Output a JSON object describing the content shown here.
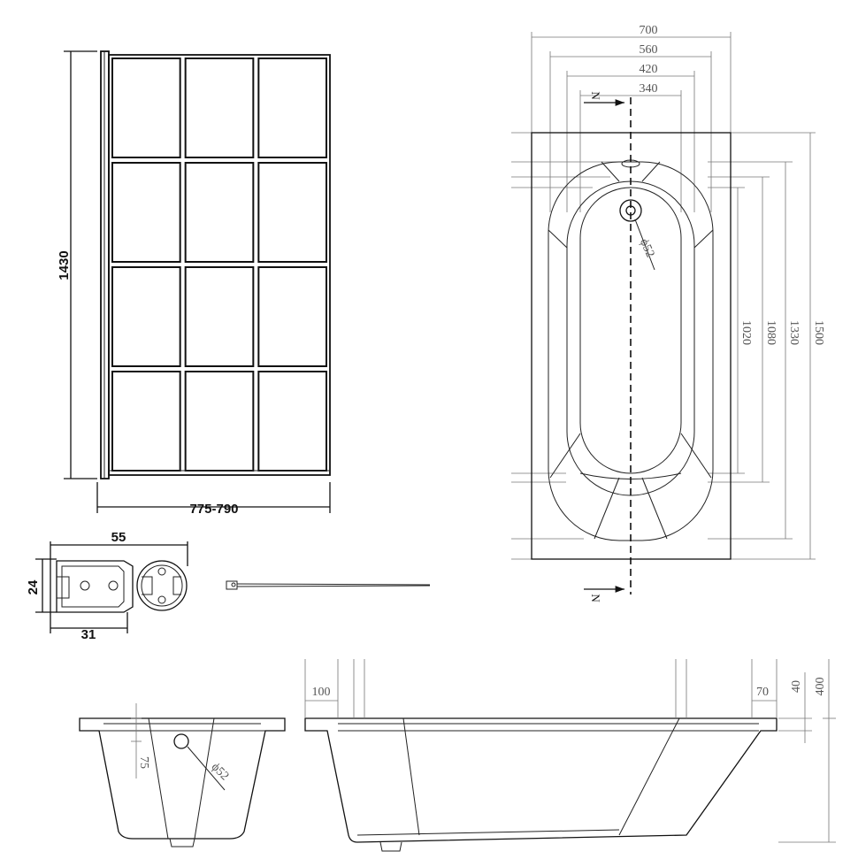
{
  "screen_panel": {
    "height_label": "1430",
    "width_label": "775-790",
    "pane_rows": 4,
    "pane_cols": 3
  },
  "profile_section": {
    "width_label": "55",
    "height_label": "24",
    "base_label": "31"
  },
  "bath_plan": {
    "top_dims": [
      "700",
      "560",
      "420",
      "340"
    ],
    "side_dims": [
      "1020",
      "1080",
      "1330",
      "1500"
    ],
    "waste_label": "ϕ52",
    "section_marker": "N"
  },
  "bath_end_section": {
    "depth_label": "75",
    "waste_label": "ϕ52"
  },
  "bath_side_section": {
    "left_label": "100",
    "right_label": "70",
    "rim_label": "40",
    "height_label": "400"
  }
}
